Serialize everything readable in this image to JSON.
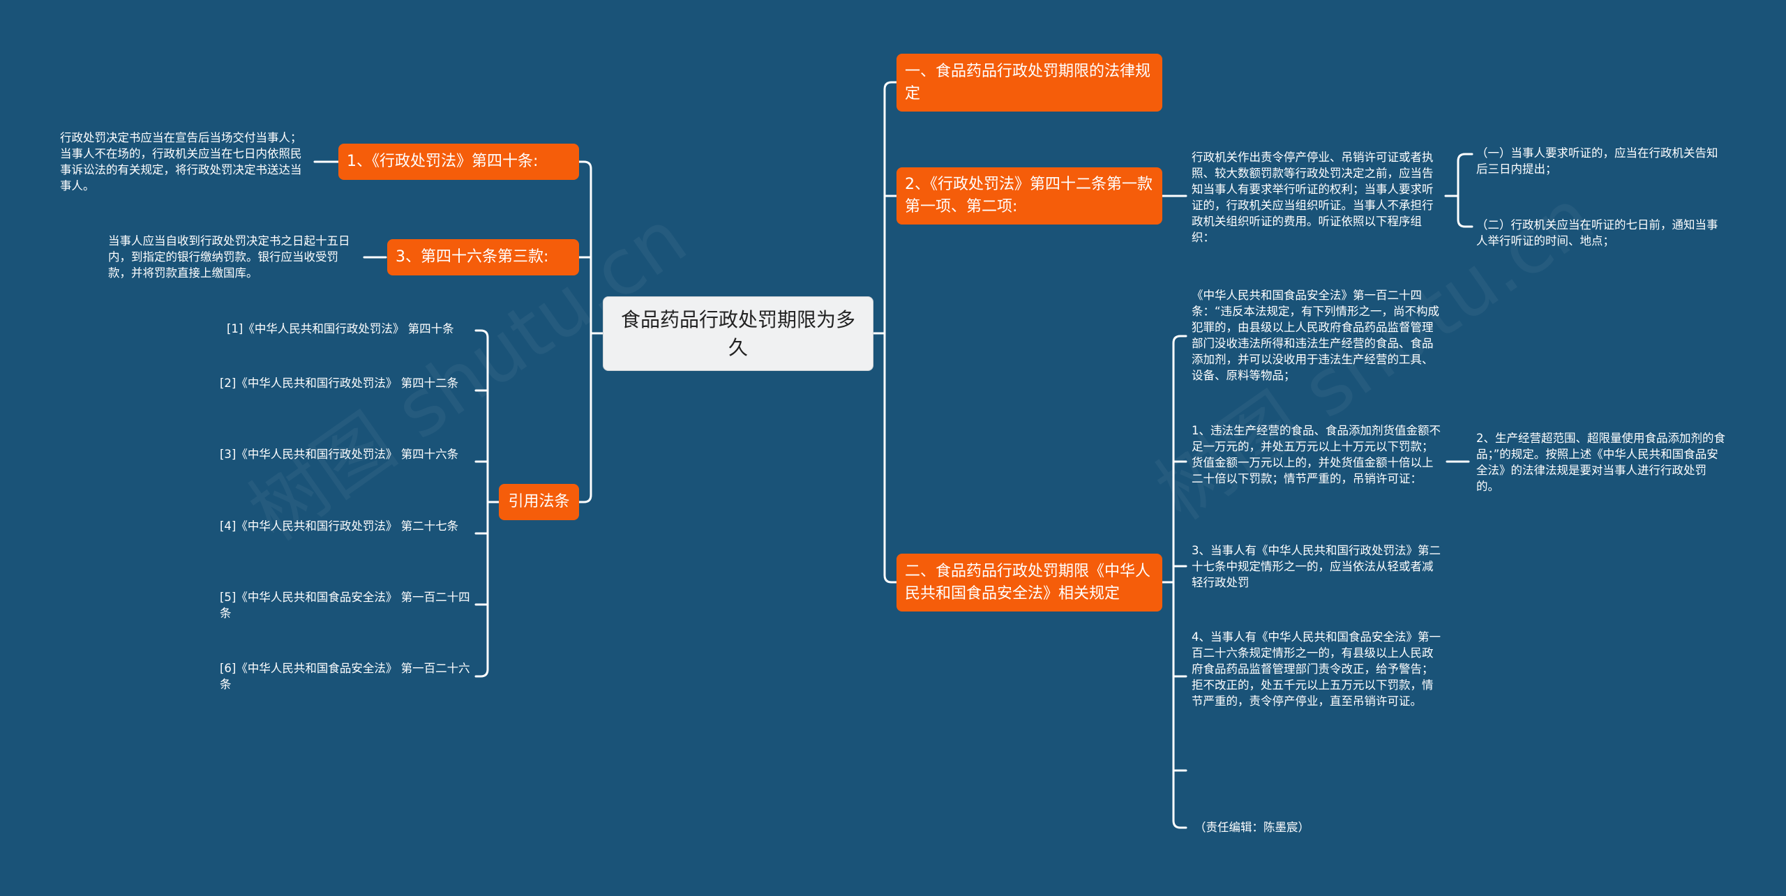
{
  "central": "食品药品行政处罚期限为多久",
  "watermark": "树图 shutu.cn",
  "right": {
    "node_a": "一、食品药品行政处罚期限的法律规定",
    "node_b": "2、《行政处罚法》第四十二条第一款第一项、第二项:",
    "node_b_text": "行政机关作出责令停产停业、吊销许可证或者执照、较大数额罚款等行政处罚决定之前，应当告知当事人有要求举行听证的权利；当事人要求听证的，行政机关应当组织听证。当事人不承担行政机关组织听证的费用。听证依照以下程序组织：",
    "node_b_sub": [
      "（一）当事人要求听证的，应当在行政机关告知后三日内提出；",
      "（二）行政机关应当在听证的七日前，通知当事人举行听证的时间、地点；"
    ],
    "node_c": "二、食品药品行政处罚期限《中华人民共和国食品安全法》相关规定",
    "node_c_items": [
      "《中华人民共和国食品安全法》第一百二十四条：“违反本法规定，有下列情形之一，尚不构成犯罪的，由县级以上人民政府食品药品监督管理部门没收违法所得和违法生产经营的食品、食品添加剂，并可以没收用于违法生产经营的工具、设备、原料等物品；",
      "1、违法生产经营的食品、食品添加剂货值金额不足一万元的，并处五万元以上十万元以下罚款；货值金额一万元以上的，并处货值金额十倍以上二十倍以下罚款；情节严重的，吊销许可证：",
      "3、当事人有《中华人民共和国行政处罚法》第二十七条中规定情形之一的，应当依法从轻或者减轻行政处罚",
      "4、当事人有《中华人民共和国食品安全法》第一百二十六条规定情形之一的，有县级以上人民政府食品药品监督管理部门责令改正，给予警告；拒不改正的，处五千元以上五万元以下罚款，情节严重的，责令停产停业，直至吊销许可证。",
      "（责任编辑：陈墨宸）"
    ],
    "node_c_item1_child": "2、生产经营超范围、超限量使用食品添加剂的食品；”的规定。按照上述《中华人民共和国食品安全法》的法律法规是要对当事人进行行政处罚的。"
  },
  "left": {
    "node_1": "1、《行政处罚法》第四十条:",
    "node_1_text": "行政处罚决定书应当在宣告后当场交付当事人；当事人不在场的，行政机关应当在七日内依照民事诉讼法的有关规定，将行政处罚决定书送达当事人。",
    "node_3": "3、第四十六条第三款:",
    "node_3_text": "当事人应当自收到行政处罚决定书之日起十五日内，到指定的银行缴纳罚款。银行应当收受罚款，并将罚款直接上缴国库。",
    "node_refs": "引用法条",
    "refs": [
      "[1]《中华人民共和国行政处罚法》 第四十条",
      "[2]《中华人民共和国行政处罚法》 第四十二条",
      "[3]《中华人民共和国行政处罚法》 第四十六条",
      "[4]《中华人民共和国行政处罚法》 第二十七条",
      "[5]《中华人民共和国食品安全法》 第一百二十四条",
      "[6]《中华人民共和国食品安全法》 第一百二十六条"
    ]
  }
}
